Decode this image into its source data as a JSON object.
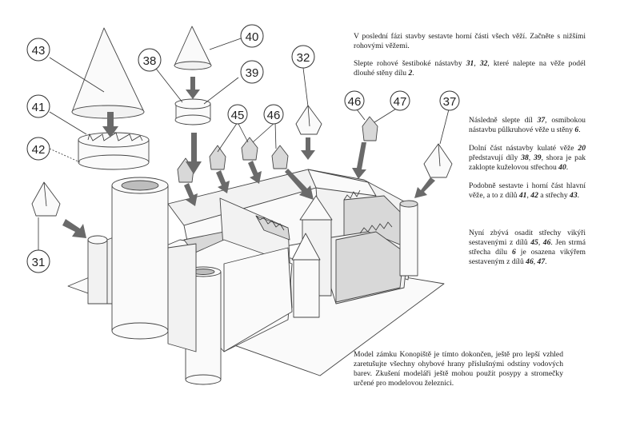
{
  "labels": {
    "p43": "43",
    "p40": "40",
    "p38": "38",
    "p39": "39",
    "p41": "41",
    "p42": "42",
    "p31": "31",
    "p32": "32",
    "p45": "45",
    "p46a": "46",
    "p46b": "46",
    "p47": "47",
    "p37": "37"
  },
  "instructions": {
    "t1": "V poslední fázi stavby sestavte horní části všech věží. Začněte s nižšími rohovými věžemi.",
    "t2": {
      "pre": "Slepte rohové šestiboké nástavby ",
      "n1": "31",
      "sep": ", ",
      "n2": "32",
      "mid": ", které nalepte na věže podél dlouhé stěny dílu ",
      "n3": "2",
      "post": "."
    },
    "t3": {
      "pre": "Následně slepte díl ",
      "n1": "37",
      "post": ", osmibokou nástavbu půlkruhové věže u stěny ",
      "n2": "6",
      "end": "."
    },
    "t4": {
      "pre": "Dolní část nástavby kulaté věže ",
      "n1": "20",
      "mid1": " představují díly ",
      "n2": "38",
      "sep": ", ",
      "n3": "39",
      "mid2": ", shora je pak zaklopte kuželovou střechou ",
      "n4": "40",
      "end": "."
    },
    "t5": {
      "pre": "Podobně sestavte i horní část hlavní věže, a to z dílů ",
      "n1": "41",
      "sep": ", ",
      "n2": "42",
      "mid": " a střechy ",
      "n3": "43",
      "end": "."
    },
    "t6": {
      "pre": "Nyní zbývá osadit střechy vikýři sestavenými z dílů ",
      "n1": "45",
      "sep": ", ",
      "n2": "46",
      "mid1": ". Jen strmá střecha dílu ",
      "n3": "6",
      "mid2": " je osazena vikýřem sestaveným z dílů ",
      "n4": "46",
      "sep2": ", ",
      "n5": "47",
      "end": "."
    },
    "t7": "Model zámku Konopiště je tímto dokončen, ještě pro lepší vzhled zaretušujte všechny ohybové hrany příslušnými odstíny vodových barev. Zkušení modeláři ještě mohou použít posypy a stromečky určené pro modelovou železnici."
  },
  "colors": {
    "arrow": "#6a6a6a",
    "line": "#333333",
    "paper": "#ffffff"
  }
}
